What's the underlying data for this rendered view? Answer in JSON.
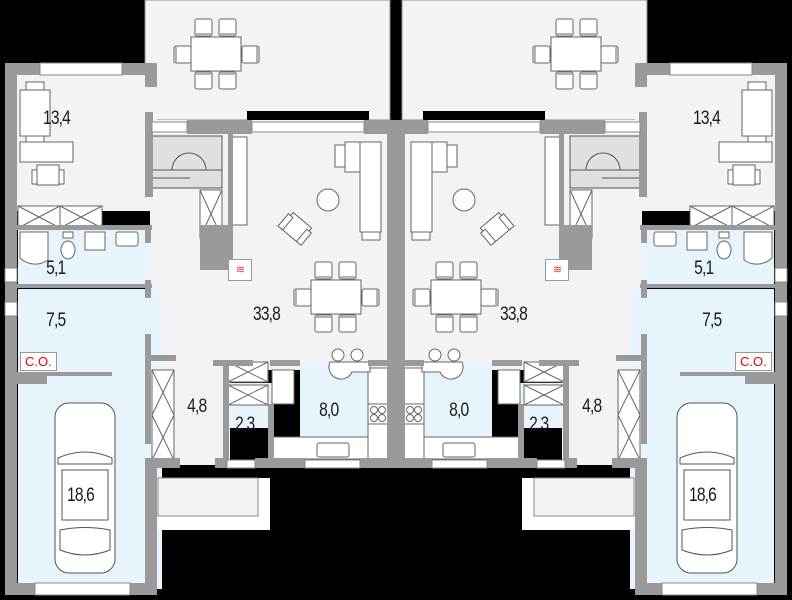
{
  "plan": {
    "type": "floor-plan",
    "layout": "semi-detached (twin house), mirrored units",
    "colors": {
      "background": "#000000",
      "wall": "#9a9a9a",
      "floor_living": "#f3f3f3",
      "floor_service": "#e8f4fc",
      "terrace": "#f3f3f3",
      "label_red": "#e00000"
    },
    "units": [
      {
        "side": "left",
        "rooms": [
          {
            "id": "room-study",
            "area": "13,4"
          },
          {
            "id": "room-bathroom",
            "area": "5,1"
          },
          {
            "id": "room-boiler",
            "area": "7,5",
            "tag": "C.O."
          },
          {
            "id": "room-living",
            "area": "33,8"
          },
          {
            "id": "room-hall",
            "area": "4,8"
          },
          {
            "id": "room-pantry",
            "area": "2,3"
          },
          {
            "id": "room-kitchen",
            "area": "8,0"
          },
          {
            "id": "room-garage",
            "area": "18,6"
          }
        ],
        "fireplace_symbol": "≋"
      },
      {
        "side": "right",
        "rooms": [
          {
            "id": "room-study",
            "area": "13,4"
          },
          {
            "id": "room-bathroom",
            "area": "5,1"
          },
          {
            "id": "room-boiler",
            "area": "7,5",
            "tag": "C.O."
          },
          {
            "id": "room-living",
            "area": "33,8"
          },
          {
            "id": "room-hall",
            "area": "4,8"
          },
          {
            "id": "room-pantry",
            "area": "2,3"
          },
          {
            "id": "room-kitchen",
            "area": "8,0"
          },
          {
            "id": "room-garage",
            "area": "18,6"
          }
        ],
        "fireplace_symbol": "≋"
      }
    ]
  }
}
